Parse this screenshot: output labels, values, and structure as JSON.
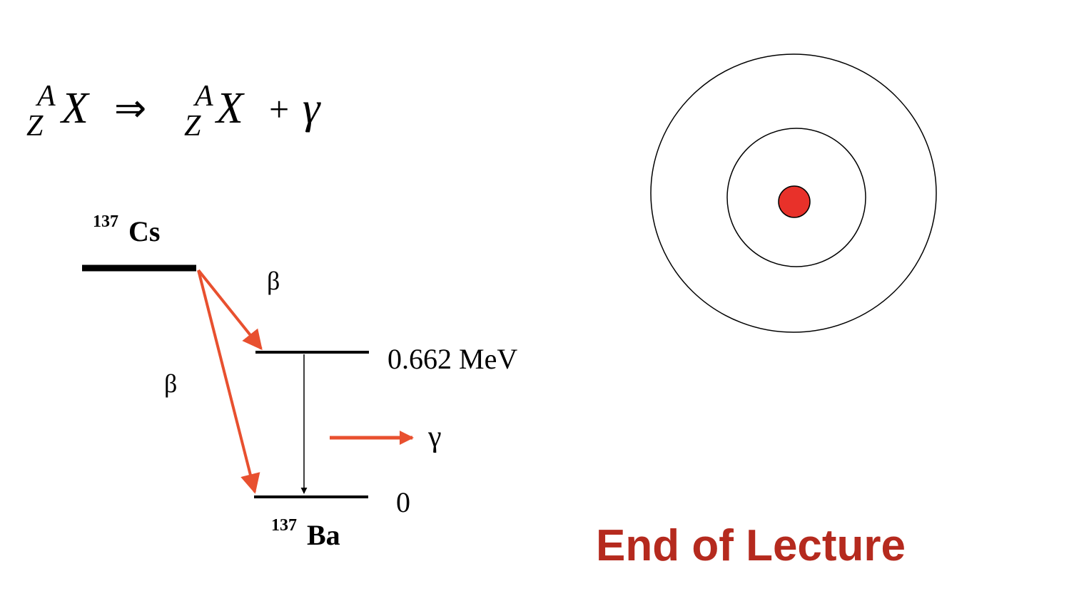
{
  "equation": {
    "mass_number": "A",
    "atomic_number": "Z",
    "nucleus_symbol": "X",
    "arrow": "⇒",
    "plus": "+",
    "gamma": "γ"
  },
  "decay_scheme": {
    "parent": {
      "mass": "137",
      "symbol": "Cs"
    },
    "daughter": {
      "mass": "137",
      "symbol": "Ba"
    },
    "beta_label_upper": "β",
    "beta_label_lower": "β",
    "gamma_label": "γ",
    "excited_level_energy": "0.662 MeV",
    "ground_level_energy": "0"
  },
  "atom": {
    "nucleus_color": "#e8312a"
  },
  "colors": {
    "arrow_accent": "#e8502f",
    "footer_text": "#b52a1e"
  },
  "footer": {
    "text": "End of Lecture"
  }
}
